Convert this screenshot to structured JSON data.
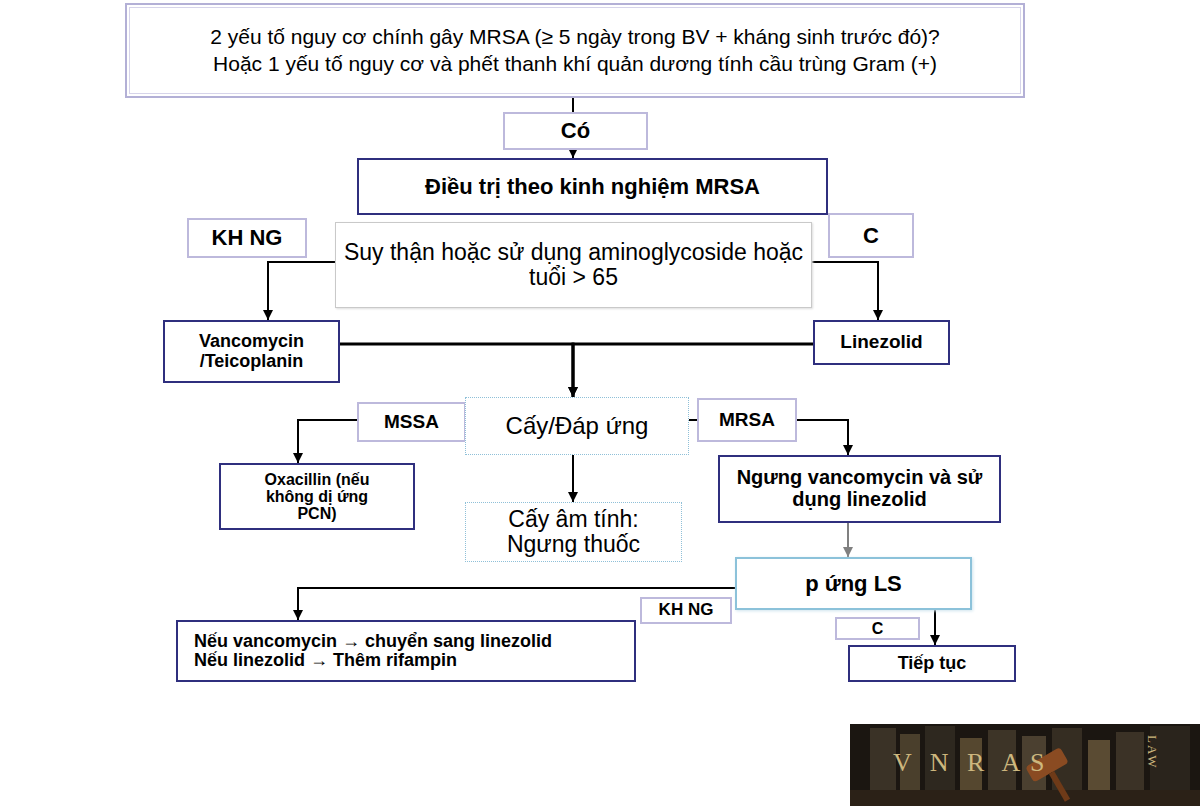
{
  "diagram": {
    "nodes": [
      {
        "text": [
          "2 yếu tố nguy cơ chính gây MRSA (≥ 5 ngày trong BV + kháng sinh trước đó)?",
          "Hoặc 1 yếu tố nguy cơ và phết thanh khí quản dương tính cầu trùng Gram (+)"
        ]
      },
      {
        "text": [
          "Có"
        ]
      },
      {
        "text": [
          "Điều trị theo kinh nghiệm MRSA"
        ]
      },
      {
        "text": [
          "KH NG"
        ]
      },
      {
        "text": [
          "Suy thận hoặc sử dụng aminoglycoside hoặc tuổi > 65"
        ]
      },
      {
        "text": [
          "C"
        ]
      },
      {
        "text": [
          "Vancomycin /Teicoplanin"
        ]
      },
      {
        "text": [
          "Linezolid"
        ]
      },
      {
        "text": [
          "MSSA"
        ]
      },
      {
        "text": [
          "Cấy/Đáp ứng"
        ]
      },
      {
        "text": [
          "MRSA"
        ]
      },
      {
        "text": [
          "Oxacillin (nếu không dị ứng PCN)"
        ]
      },
      {
        "text": [
          "Cấy âm tính: Ngưng thuốc"
        ]
      },
      {
        "text": [
          "Ngưng vancomycin và sử dụng linezolid"
        ]
      },
      {
        "text": [
          "p ứng LS"
        ]
      },
      {
        "text": [
          "KH NG"
        ]
      },
      {
        "text": [
          "C"
        ]
      },
      {
        "text": [
          "Nếu vancomycin → chuyển sang linezolid",
          "Nếu linezolid → Thêm rifampin"
        ]
      },
      {
        "text": [
          "Tiếp tục"
        ]
      }
    ],
    "edges": [
      {
        "from": 0,
        "to": 1,
        "arrow": "none"
      },
      {
        "from": 1,
        "to": 2,
        "arrow": "to"
      },
      {
        "from": 4,
        "to": 6,
        "arrow": "to"
      },
      {
        "from": 4,
        "to": 7,
        "arrow": "to"
      },
      {
        "from": 6,
        "to": 9,
        "arrow": "to"
      },
      {
        "from": 7,
        "to": 9,
        "arrow": "to"
      },
      {
        "from": 9,
        "to": 11,
        "arrow": "to"
      },
      {
        "from": 9,
        "to": 12,
        "arrow": "to"
      },
      {
        "from": 9,
        "to": 13,
        "arrow": "to"
      },
      {
        "from": 13,
        "to": 14,
        "arrow": "to"
      },
      {
        "from": 14,
        "to": 17,
        "arrow": "to"
      },
      {
        "from": 14,
        "to": 18,
        "arrow": "to"
      }
    ],
    "labels": [
      "V N R A",
      "S",
      "LAW"
    ]
  }
}
